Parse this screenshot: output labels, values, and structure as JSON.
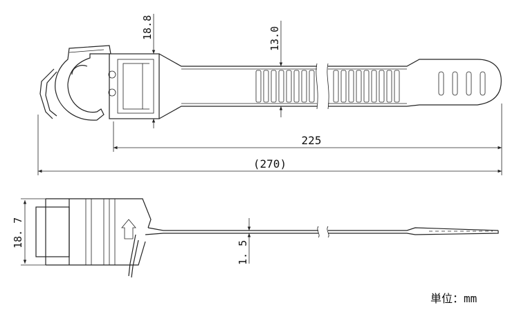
{
  "drawing": {
    "top_view": {
      "dim_overall_length": "225",
      "dim_total_length": "(270)",
      "dim_band_width": "13.0",
      "dim_head_width": "18.8"
    },
    "side_view": {
      "dim_head_height": "18. 7",
      "dim_thickness": "1. 5"
    },
    "unit_note": "単位：mm"
  }
}
